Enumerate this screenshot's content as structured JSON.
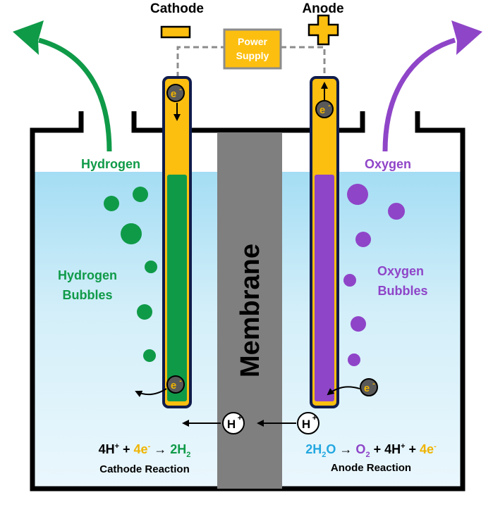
{
  "labels": {
    "cathode": "Cathode",
    "anode": "Anode",
    "power_supply_line1": "Power",
    "power_supply_line2": "Supply",
    "hydrogen": "Hydrogen",
    "oxygen": "Oxygen",
    "hydrogen_bubbles_line1": "Hydrogen",
    "hydrogen_bubbles_line2": "Bubbles",
    "oxygen_bubbles_line1": "Oxygen",
    "oxygen_bubbles_line2": "Bubbles",
    "membrane": "Membrane",
    "electron": "e",
    "electron_charge": "-",
    "proton": "H",
    "proton_charge": "+"
  },
  "cathode_reaction": {
    "coef": "4H",
    "h_charge": "+",
    "plus": " + ",
    "electrons": "4e",
    "e_charge": "-",
    "arrow": " → ",
    "product": "2H",
    "product_sub": "2",
    "caption": "Cathode Reaction"
  },
  "anode_reaction": {
    "reactant": "2H",
    "reactant_sub": "2",
    "reactant_o": "O",
    "arrow": " → ",
    "o2": "O",
    "o2_sub": "2",
    "plus1": " + ",
    "protons": "4H",
    "h_charge": "+",
    "plus2": " + ",
    "electrons": "4e",
    "e_charge": "-",
    "caption": "Anode Reaction"
  },
  "colors": {
    "hydrogen_green": "#0f9a48",
    "oxygen_purple": "#8f45c8",
    "electrode_gold": "#fdbf0f",
    "electrode_outline": "#101c4c",
    "membrane_gray": "#7f7f7f",
    "water_top": "#a4ddf4",
    "water_bottom": "#eaf7fd",
    "electron_gray": "#595959",
    "electron_text": "#f0b400",
    "water_blue_text": "#23a8e0"
  }
}
